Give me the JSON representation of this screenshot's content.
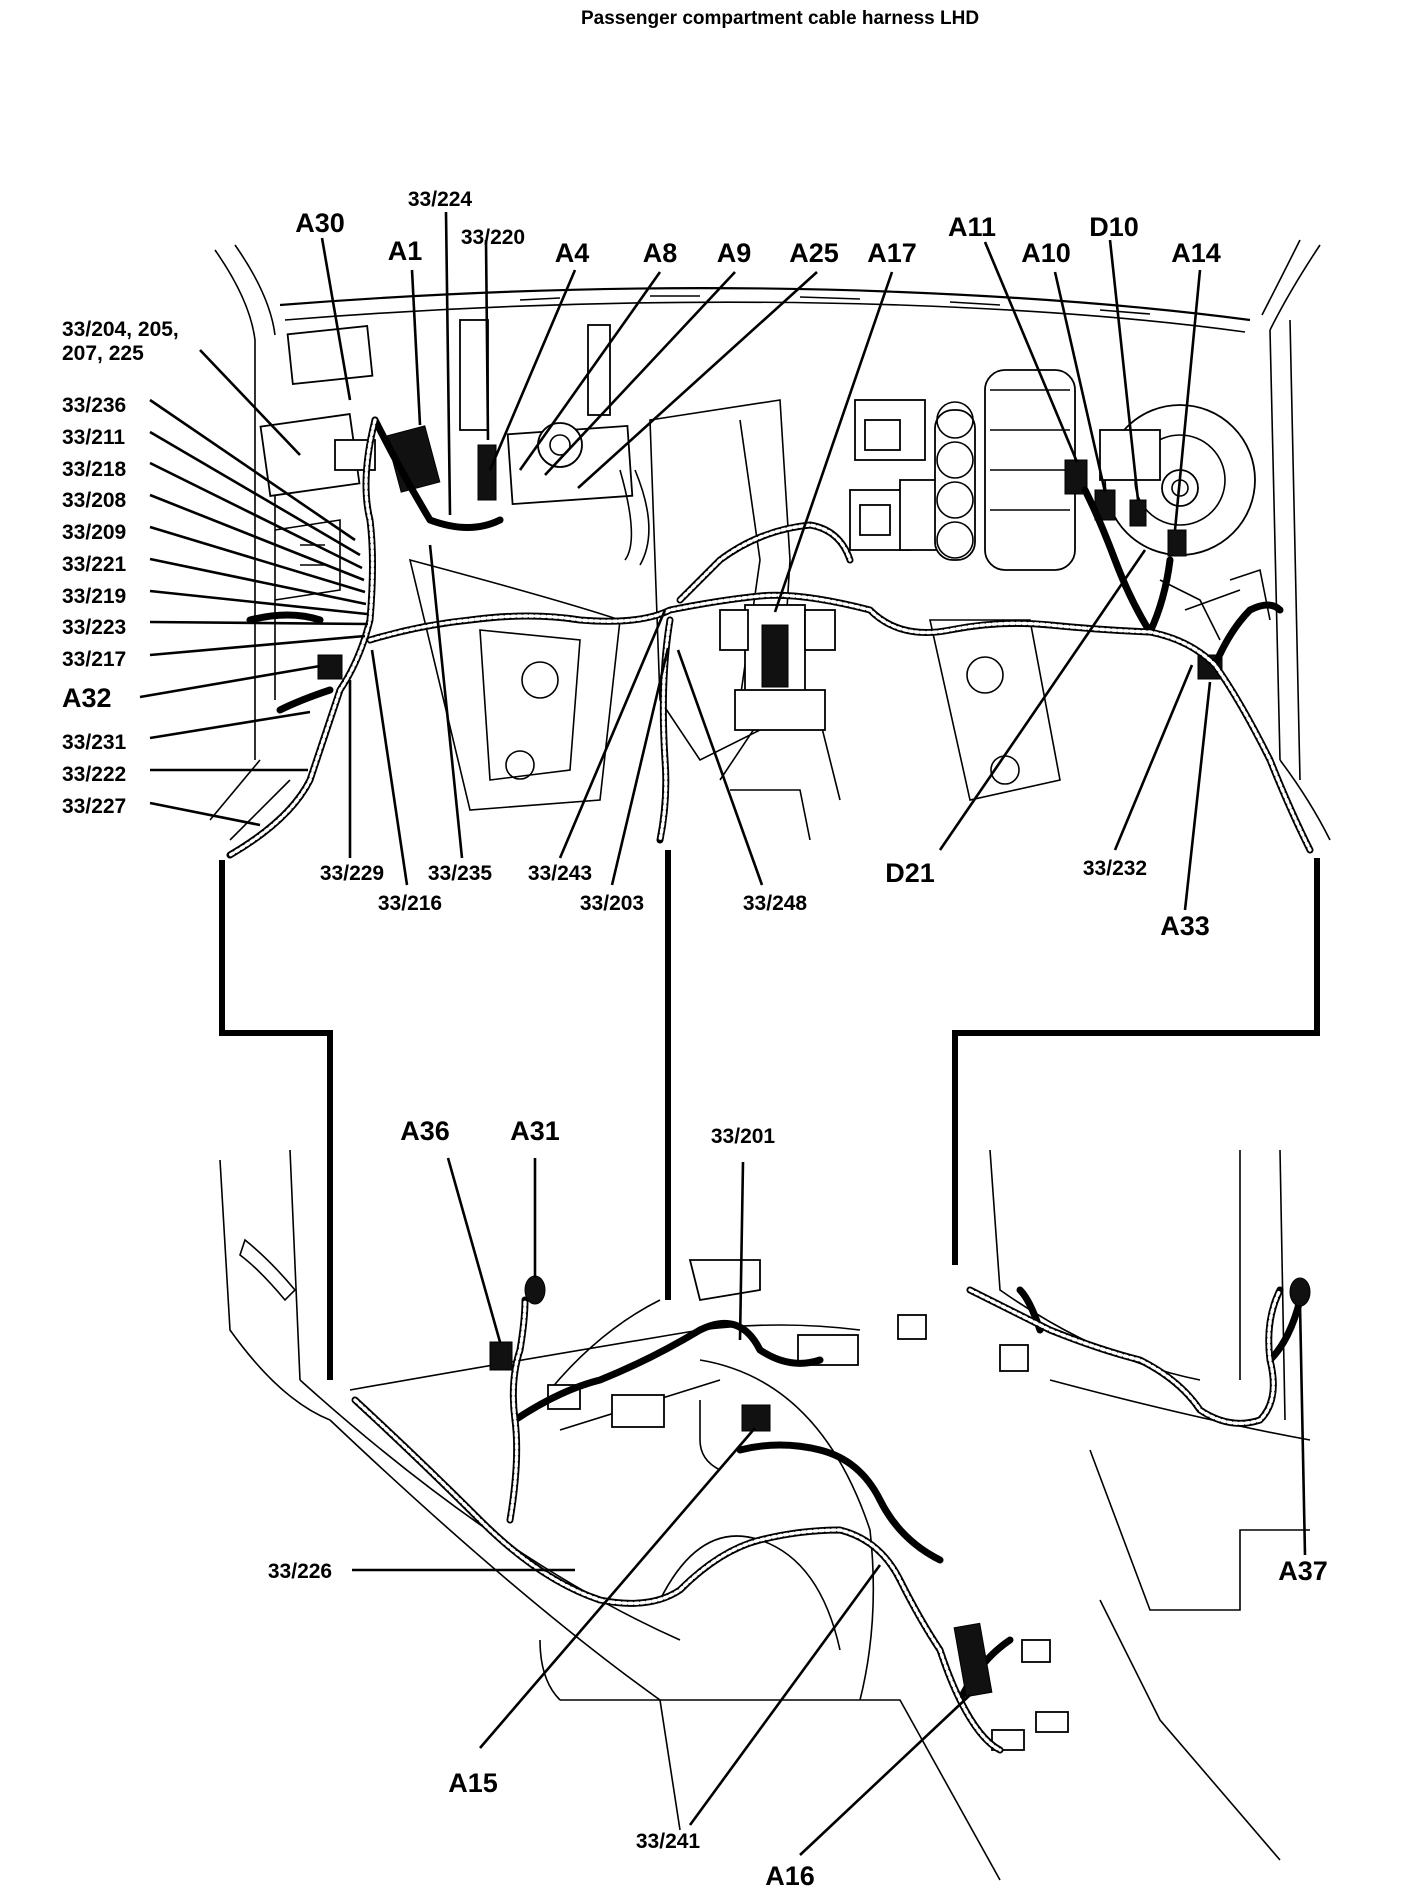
{
  "title": "Passenger compartment cable harness LHD",
  "top_labels": {
    "a30": "A30",
    "a1": "A1",
    "c33_224": "33/224",
    "c33_220": "33/220",
    "a4": "A4",
    "a8": "A8",
    "a9": "A9",
    "a25": "A25",
    "a17": "A17",
    "a11": "A11",
    "a10": "A10",
    "d10": "D10",
    "a14": "A14"
  },
  "left_labels": {
    "c33_204_line1": "33/204, 205,",
    "c33_204_line2": "207, 225",
    "c33_236": "33/236",
    "c33_211": "33/211",
    "c33_218": "33/218",
    "c33_208": "33/208",
    "c33_209": "33/209",
    "c33_221": "33/221",
    "c33_219": "33/219",
    "c33_223": "33/223",
    "c33_217": "33/217",
    "a32": "A32",
    "c33_231": "33/231",
    "c33_222": "33/222",
    "c33_227": "33/227"
  },
  "bottom_of_upper": {
    "c33_229": "33/229",
    "c33_235": "33/235",
    "c33_243": "33/243",
    "c33_216": "33/216",
    "c33_203": "33/203",
    "c33_248": "33/248",
    "d21": "D21",
    "c33_232": "33/232",
    "a33": "A33"
  },
  "lower_labels": {
    "a36": "A36",
    "a31": "A31",
    "c33_201": "33/201",
    "c33_226": "33/226",
    "a37": "A37",
    "a15": "A15",
    "c33_241": "33/241",
    "a16": "A16"
  }
}
